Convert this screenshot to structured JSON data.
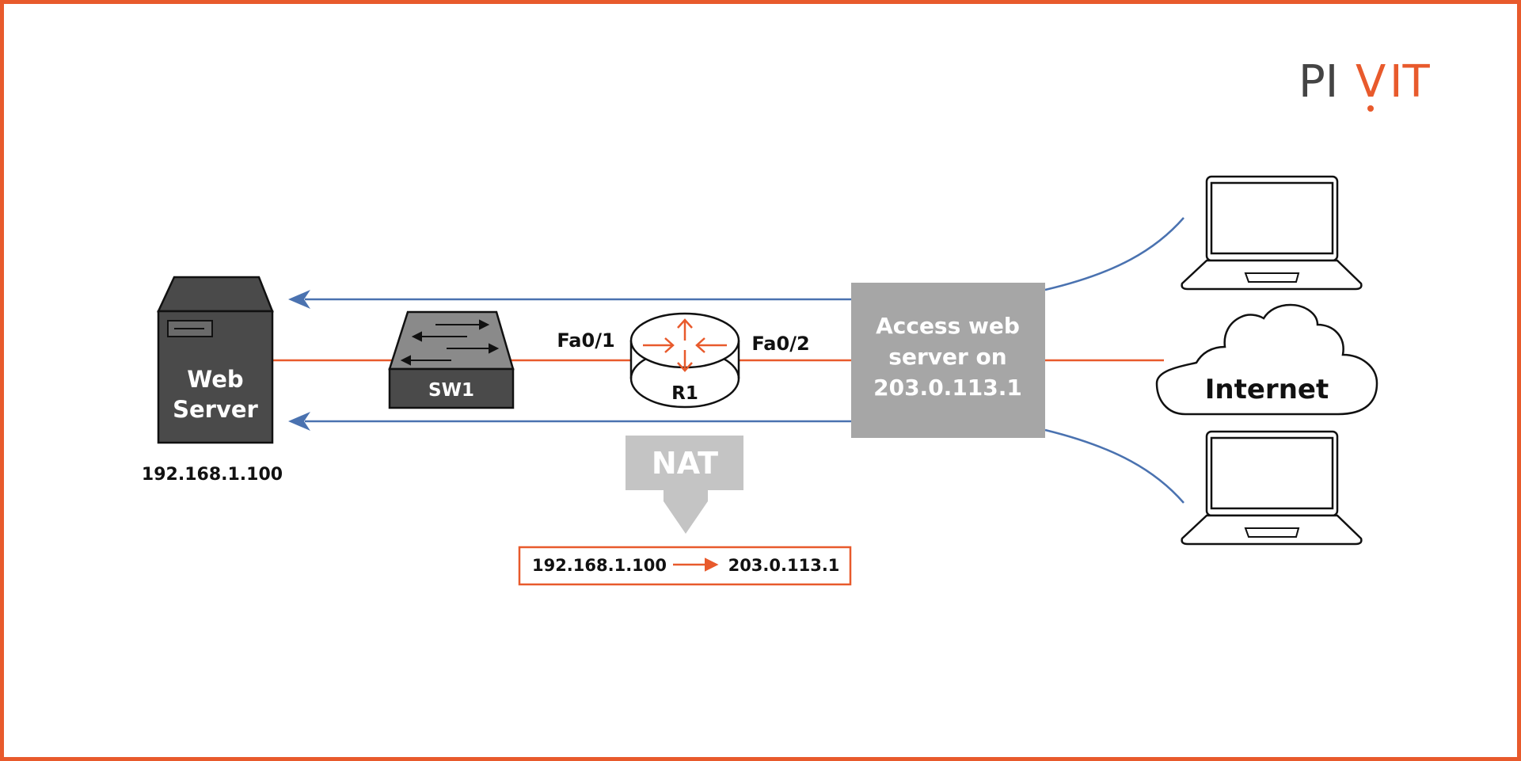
{
  "brand": {
    "logo_text_left": "PI",
    "logo_text_mid": "V",
    "logo_text_right": "IT",
    "logo_dark": "#444444",
    "logo_accent": "#e85a2c"
  },
  "colors": {
    "border": "#e85a2c",
    "link": "#e85a2c",
    "flow": "#4a72b0",
    "access_box": "#a6a6a6",
    "nat_box": "#c4c4c4",
    "server_body": "#4a4a4a",
    "switch_body": "#4a4a4a"
  },
  "nodes": {
    "server": {
      "label_line1": "Web",
      "label_line2": "Server",
      "ip": "192.168.1.100"
    },
    "switch": {
      "label": "SW1"
    },
    "router": {
      "label": "R1",
      "port_left": "Fa0/1",
      "port_right": "Fa0/2"
    },
    "access": {
      "line1": "Access web",
      "line2": "server on",
      "line3": "203.0.113.1"
    },
    "internet": {
      "label": "Internet"
    },
    "laptops": [
      {
        "icon": "laptop-icon"
      },
      {
        "icon": "laptop-icon"
      }
    ]
  },
  "nat": {
    "label": "NAT",
    "from_ip": "192.168.1.100",
    "to_ip": "203.0.113.1"
  }
}
